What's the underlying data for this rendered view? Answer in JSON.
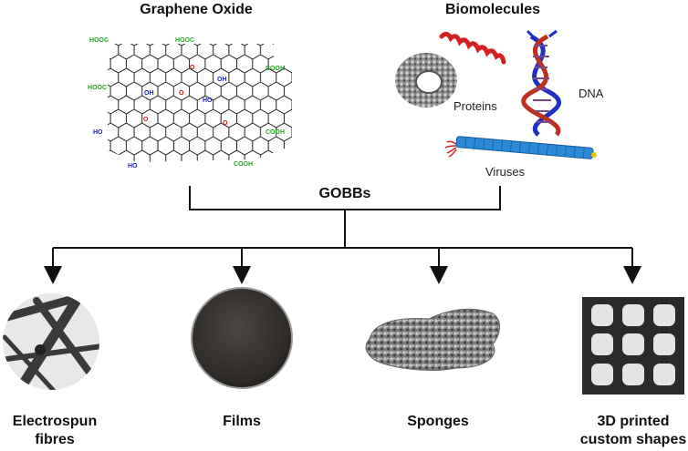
{
  "top": {
    "graphene_oxide": {
      "title": "Graphene Oxide",
      "groups": {
        "hooc_1": "HOOC",
        "hooc_2": "HOOC",
        "hooc_3": "HOOC",
        "cooh_1": "COOH",
        "cooh_2": "COOH",
        "cooh_3": "COOH",
        "oh_1": "OH",
        "oh_2": "OH",
        "ho_1": "HO",
        "ho_2": "HO",
        "ho_3": "HO",
        "o_1": "O",
        "o_2": "O",
        "o_3": "O",
        "o_4": "O"
      }
    },
    "biomolecules": {
      "title": "Biomolecules",
      "proteins_label": "Proteins",
      "dna_label": "DNA",
      "viruses_label": "Viruses"
    }
  },
  "center_label": "GOBBs",
  "outputs": [
    {
      "line1": "Electrospun",
      "line2": "fibres"
    },
    {
      "line1": "Films",
      "line2": ""
    },
    {
      "line1": "Sponges",
      "line2": ""
    },
    {
      "line1": "3D printed",
      "line2": "custom shapes"
    }
  ],
  "colors": {
    "acid_group": "#22aa22",
    "hydroxyl_group": "#1e22c8",
    "epoxy_oxygen": "#d01c1c",
    "dna_strand_a": "#2030c0",
    "dna_strand_b": "#c03020",
    "protein_helix": "#d42020",
    "virus_body": "#2a8ad8",
    "connector": "#111111"
  }
}
